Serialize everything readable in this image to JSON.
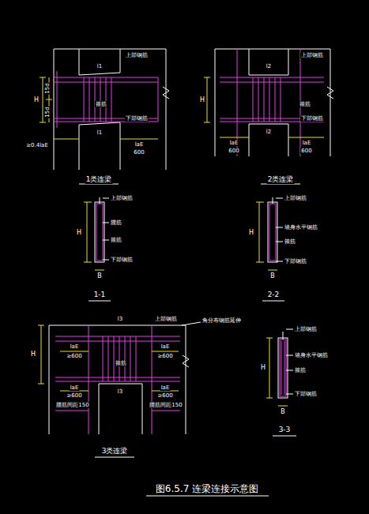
{
  "diagram": {
    "caption": "图6.5.7 连梁连接示意图",
    "labels": [
      "H",
      "15d",
      "15d",
      "l1",
      "上部钢筋",
      "箍筋",
      "下部钢筋",
      "l1",
      "≥0.4laE",
      "laE",
      "600",
      "1类连梁",
      "H",
      "l2",
      "上部钢筋",
      "箍筋",
      "下部钢筋",
      "l2",
      "laE",
      "600",
      "laE",
      "600",
      "2类连梁",
      "H",
      "上部钢筋",
      "腰筋",
      "箍筋",
      "下部钢筋",
      "B",
      "1-1",
      "H",
      "上部钢筋",
      "墙身水平钢筋",
      "箍筋",
      "下部钢筋",
      "B",
      "2-2",
      "l3",
      "上部钢筋",
      "角分布钢筋延伸",
      "laE",
      "≥600",
      "laE",
      "≥600",
      "箍筋",
      "laE",
      "≥600",
      "laE",
      "≥600",
      "l3",
      "腰筋间距150",
      "腰筋间距150",
      "H",
      "3类连梁",
      "上部钢筋",
      "墙身水平钢筋",
      "箍筋",
      "下部钢筋",
      "H",
      "B",
      "3-3"
    ]
  }
}
